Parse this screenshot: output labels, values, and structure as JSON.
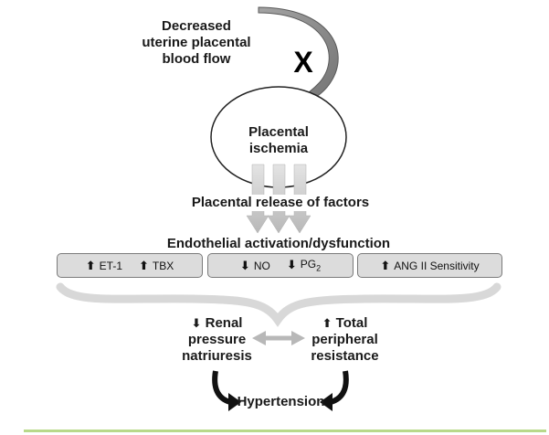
{
  "labels": {
    "decreased_flow": [
      "Decreased",
      "uterine placental",
      "blood flow"
    ],
    "blocked_mark": "X",
    "ischemia": [
      "Placental",
      "ischemia"
    ],
    "release": "Placental release of factors",
    "endothelial": "Endothelial activation/dysfunction",
    "renal": [
      "Renal",
      "pressure",
      "natriuresis"
    ],
    "resistance": [
      "Total",
      "peripheral",
      "resistance"
    ],
    "hypertension": "Hypertension"
  },
  "boxes": [
    {
      "items": [
        {
          "dir": "up",
          "text": "ET-1"
        },
        {
          "dir": "up",
          "text": "TBX"
        }
      ]
    },
    {
      "items": [
        {
          "dir": "down",
          "text": "NO"
        },
        {
          "dir": "down",
          "text": "PG",
          "sub": "2"
        }
      ]
    },
    {
      "items": [
        {
          "dir": "up",
          "text": "ANG II Sensitivity"
        }
      ]
    }
  ],
  "arrow_glyphs": {
    "up": "⬆",
    "down": "⬇"
  },
  "colors": {
    "flow_arrow": "#8c8c8c",
    "down_arrows": "#c4c4c4",
    "box_fill": "#dcdcdc",
    "bottom_rule": "#b8d98a"
  }
}
